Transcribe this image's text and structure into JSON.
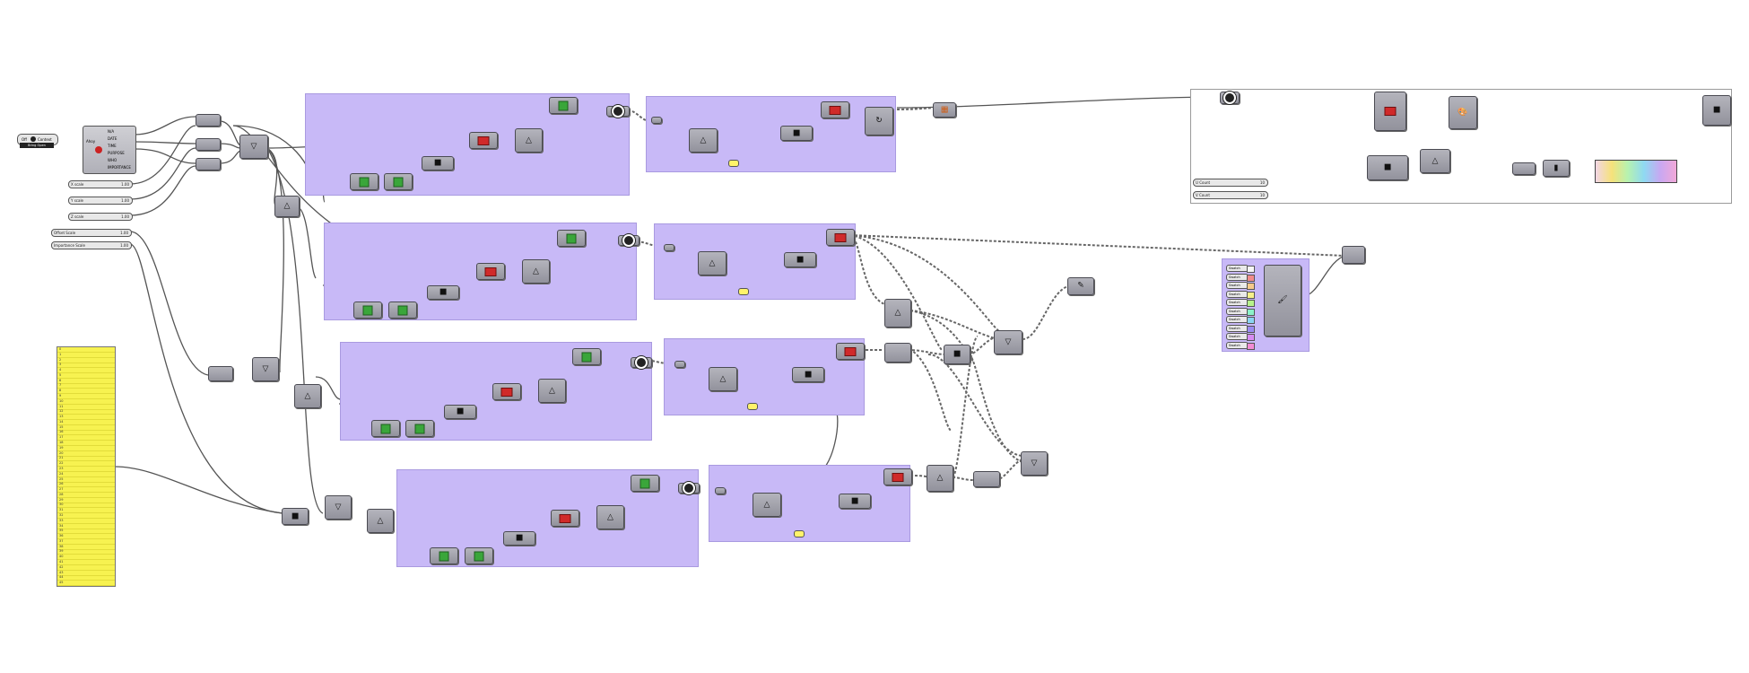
{
  "toggle": {
    "left_label": "Off",
    "right_label": "Context",
    "sub_label": "Bring Open"
  },
  "context_component": {
    "input_label": "Ahoy",
    "outputs": [
      "N/A",
      "DATE",
      "TIME",
      "PURPOSE",
      "WHO",
      "IMPORTANCE"
    ]
  },
  "sliders": [
    {
      "label": "X scale",
      "value": "1.00"
    },
    {
      "label": "Y scale",
      "value": "1.00"
    },
    {
      "label": "Z scale",
      "value": "1.00"
    },
    {
      "label": "Offset Scale",
      "value": "1.00"
    },
    {
      "label": "Importance Scale",
      "value": "1.00"
    }
  ],
  "right_sliders": [
    {
      "label": "U Count",
      "value": "10"
    },
    {
      "label": "V Count",
      "value": "10"
    }
  ],
  "swatches": [
    {
      "label": "Swatch",
      "color": "#f6f6f6"
    },
    {
      "label": "Swatch",
      "color": "#f28b8b"
    },
    {
      "label": "Swatch",
      "color": "#f6c98b"
    },
    {
      "label": "Swatch",
      "color": "#f6f08b"
    },
    {
      "label": "Swatch",
      "color": "#b6f28b"
    },
    {
      "label": "Swatch",
      "color": "#8bf2c9"
    },
    {
      "label": "Swatch",
      "color": "#8bd4f2"
    },
    {
      "label": "Swatch",
      "color": "#9b8bf2"
    },
    {
      "label": "Swatch",
      "color": "#d68bf2"
    },
    {
      "label": "Swatch",
      "color": "#f28bd4"
    }
  ],
  "list_rows": [
    "0",
    "1",
    "2",
    "3",
    "4",
    "5",
    "6",
    "7",
    "8",
    "9",
    "10",
    "11",
    "12",
    "13",
    "14",
    "15",
    "16",
    "17",
    "18",
    "19",
    "20",
    "21",
    "22",
    "23",
    "24",
    "25",
    "26",
    "27",
    "28",
    "29",
    "30",
    "31",
    "32",
    "33",
    "34",
    "35",
    "36",
    "37",
    "38",
    "39",
    "40",
    "41",
    "42",
    "43",
    "44",
    "45"
  ],
  "colors": {
    "group_fill": "#c8b9f7",
    "component": "#a4a4ac",
    "panel": "#f7f250",
    "wire": "#555555"
  }
}
